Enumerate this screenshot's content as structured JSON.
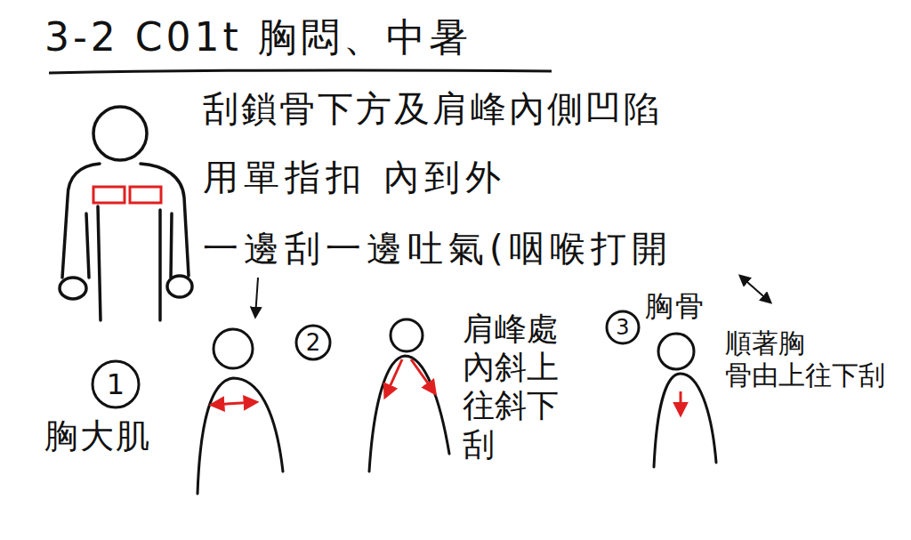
{
  "diagram": {
    "title": "3-2 C01t 胸悶、中暑",
    "nodes": [
      {
        "text": [
          "1"
        ]
      },
      {
        "text": [
          "2"
        ]
      },
      {
        "text": [
          "3"
        ]
      }
    ],
    "labels": [
      "刮鎖骨下方及肩峰內側凹陷",
      "用單指扣 內到外",
      "一邊刮一邊吐氣(咽喉打開",
      "胸大肌",
      "肩峰處 內斜上 往斜下 刮",
      "胸骨",
      "順著胸 骨由上往下刮"
    ]
  }
}
